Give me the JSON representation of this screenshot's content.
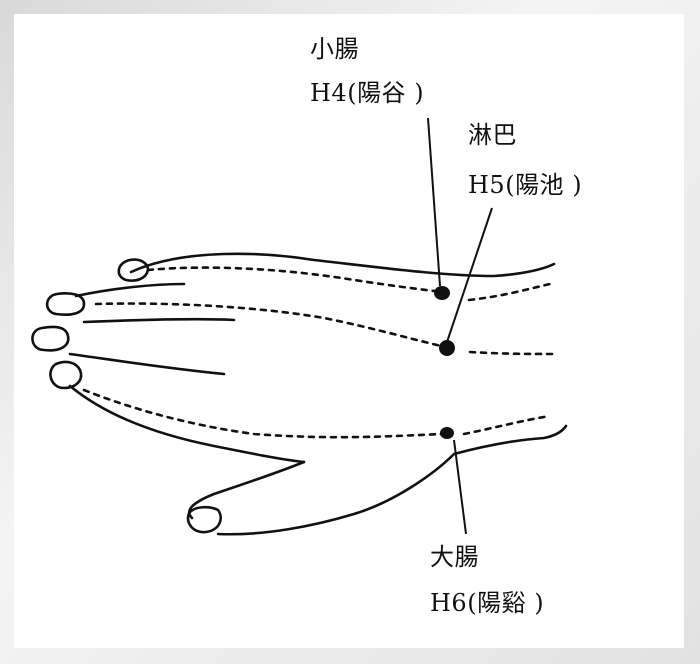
{
  "points": [
    {
      "id": "h4",
      "organ": "小腸",
      "code": "H4(陽谷 )"
    },
    {
      "id": "h5",
      "organ": "淋巴",
      "code": "H5(陽池 )"
    },
    {
      "id": "h6",
      "organ": "大腸",
      "code": "H6(陽谿 )"
    }
  ],
  "colors": {
    "ink": "#111111",
    "paper": "#ffffff"
  }
}
